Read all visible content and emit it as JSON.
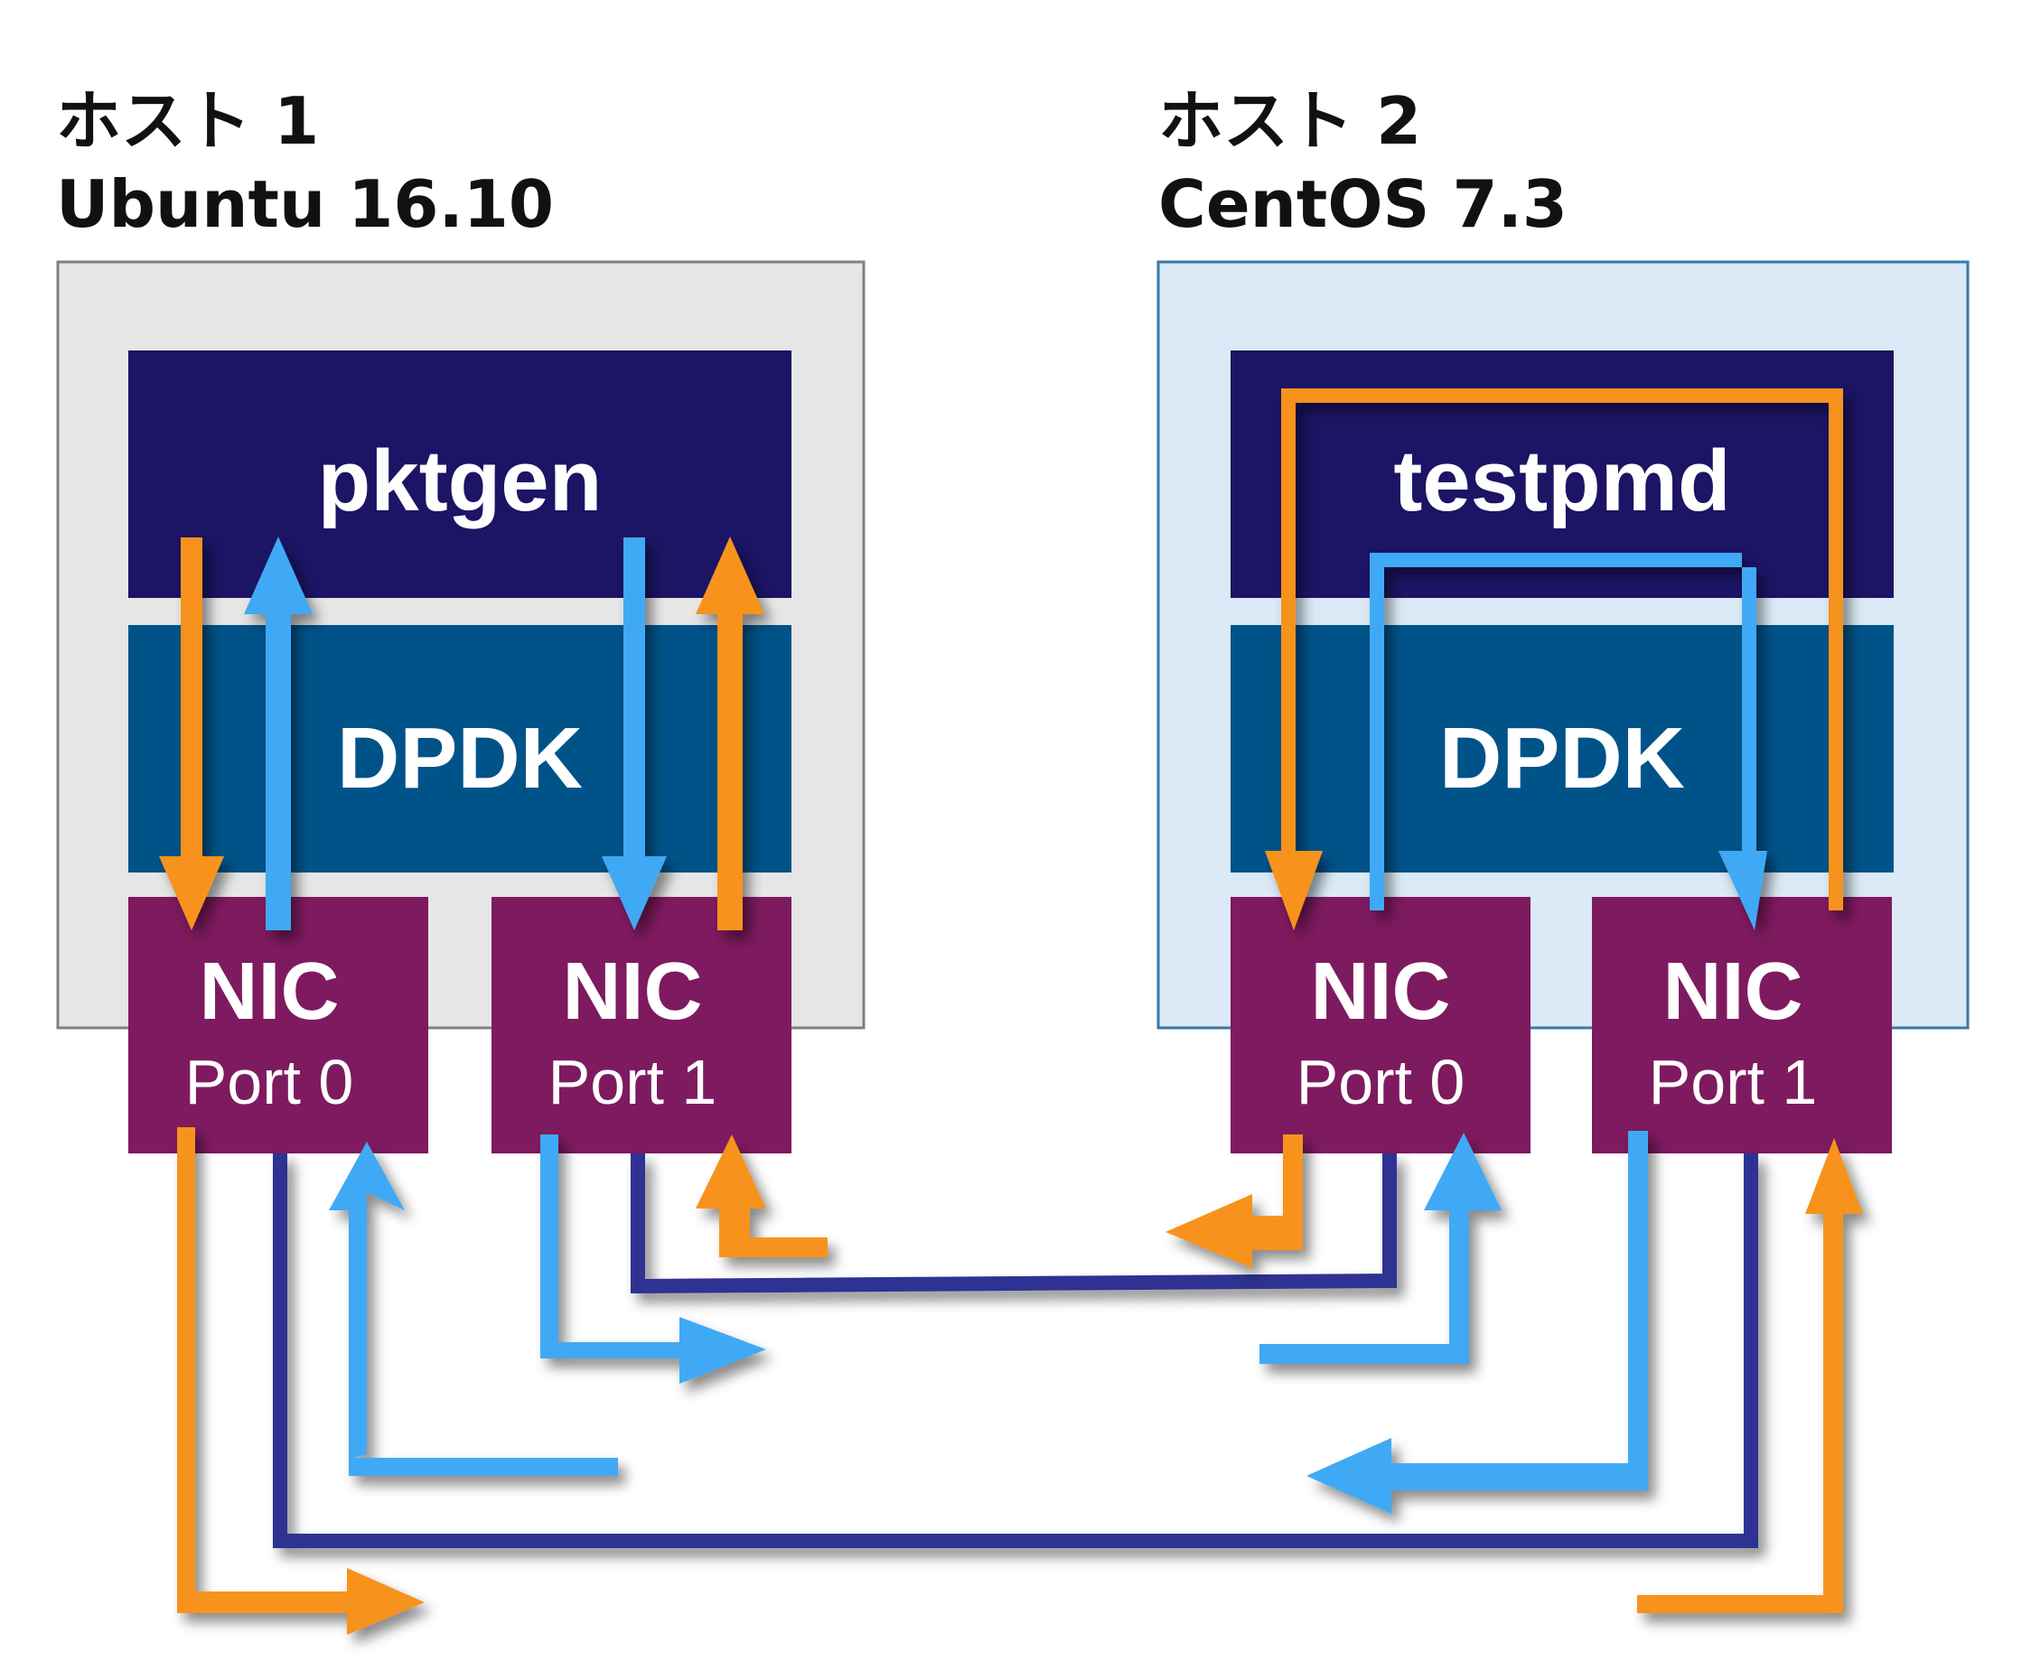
{
  "hosts": [
    {
      "title": "ホスト 1",
      "os": "Ubuntu 16.10",
      "app": "pktgen",
      "middleware": "DPDK",
      "nics": [
        {
          "name": "NIC",
          "port": "Port 0"
        },
        {
          "name": "NIC",
          "port": "Port 1"
        }
      ],
      "background": "#e6e6e6",
      "border": "#808080"
    },
    {
      "title": "ホスト 2",
      "os": "CentOS 7.3",
      "app": "testpmd",
      "middleware": "DPDK",
      "nics": [
        {
          "name": "NIC",
          "port": "Port 0"
        },
        {
          "name": "NIC",
          "port": "Port 1"
        }
      ],
      "background": "#dbeaf6",
      "border": "#3a78a8"
    }
  ],
  "colors": {
    "app_layer": "#1c1464",
    "dpdk_layer": "#005389",
    "nic": "#7e1a5f",
    "orange_flow": "#f7931e",
    "blue_flow": "#3fa9f5",
    "cable": "#2e3192"
  }
}
